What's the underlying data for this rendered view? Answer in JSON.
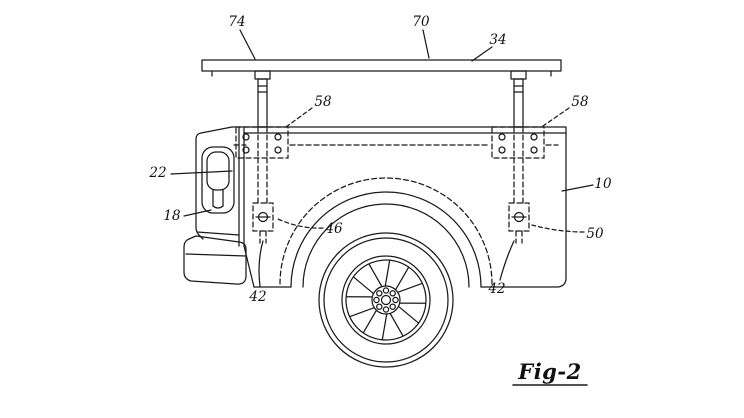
{
  "figure": {
    "caption": "Fig-2"
  },
  "reference_numerals": {
    "r74": "74",
    "r70": "70",
    "r34": "34",
    "r58_left": "58",
    "r58_right": "58",
    "r22": "22",
    "r18": "18",
    "r10": "10",
    "r46": "46",
    "r50": "50",
    "r42_left": "42",
    "r42_right": "42"
  },
  "colors": {
    "ink": "#1a1a1a",
    "background": "#ffffff"
  }
}
